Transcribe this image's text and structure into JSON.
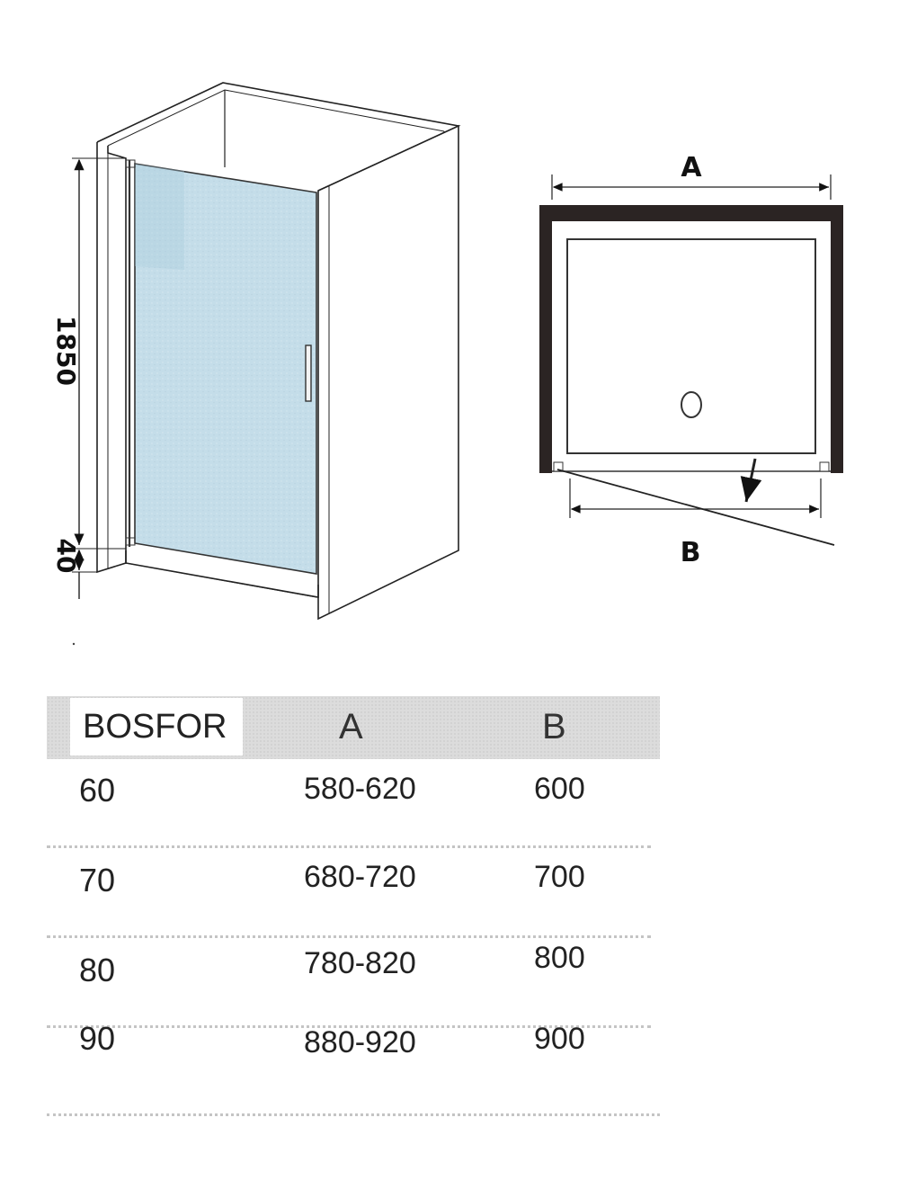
{
  "elevation": {
    "height_label": "1850",
    "base_label": "40"
  },
  "plan": {
    "label_a": "A",
    "label_b": "B"
  },
  "table": {
    "model_header": "BOSFOR",
    "col_a_header": "A",
    "col_b_header": "B",
    "rows": [
      {
        "model": "60",
        "a": "580-620",
        "b": "600"
      },
      {
        "model": "70",
        "a": "680-720",
        "b": "700"
      },
      {
        "model": "80",
        "a": "780-820",
        "b": "800"
      },
      {
        "model": "90",
        "a": "880-920",
        "b": "900"
      }
    ]
  },
  "colors": {
    "glass": "#c4dde9",
    "frame": "#222222",
    "header_band": "#dcdcdc"
  }
}
